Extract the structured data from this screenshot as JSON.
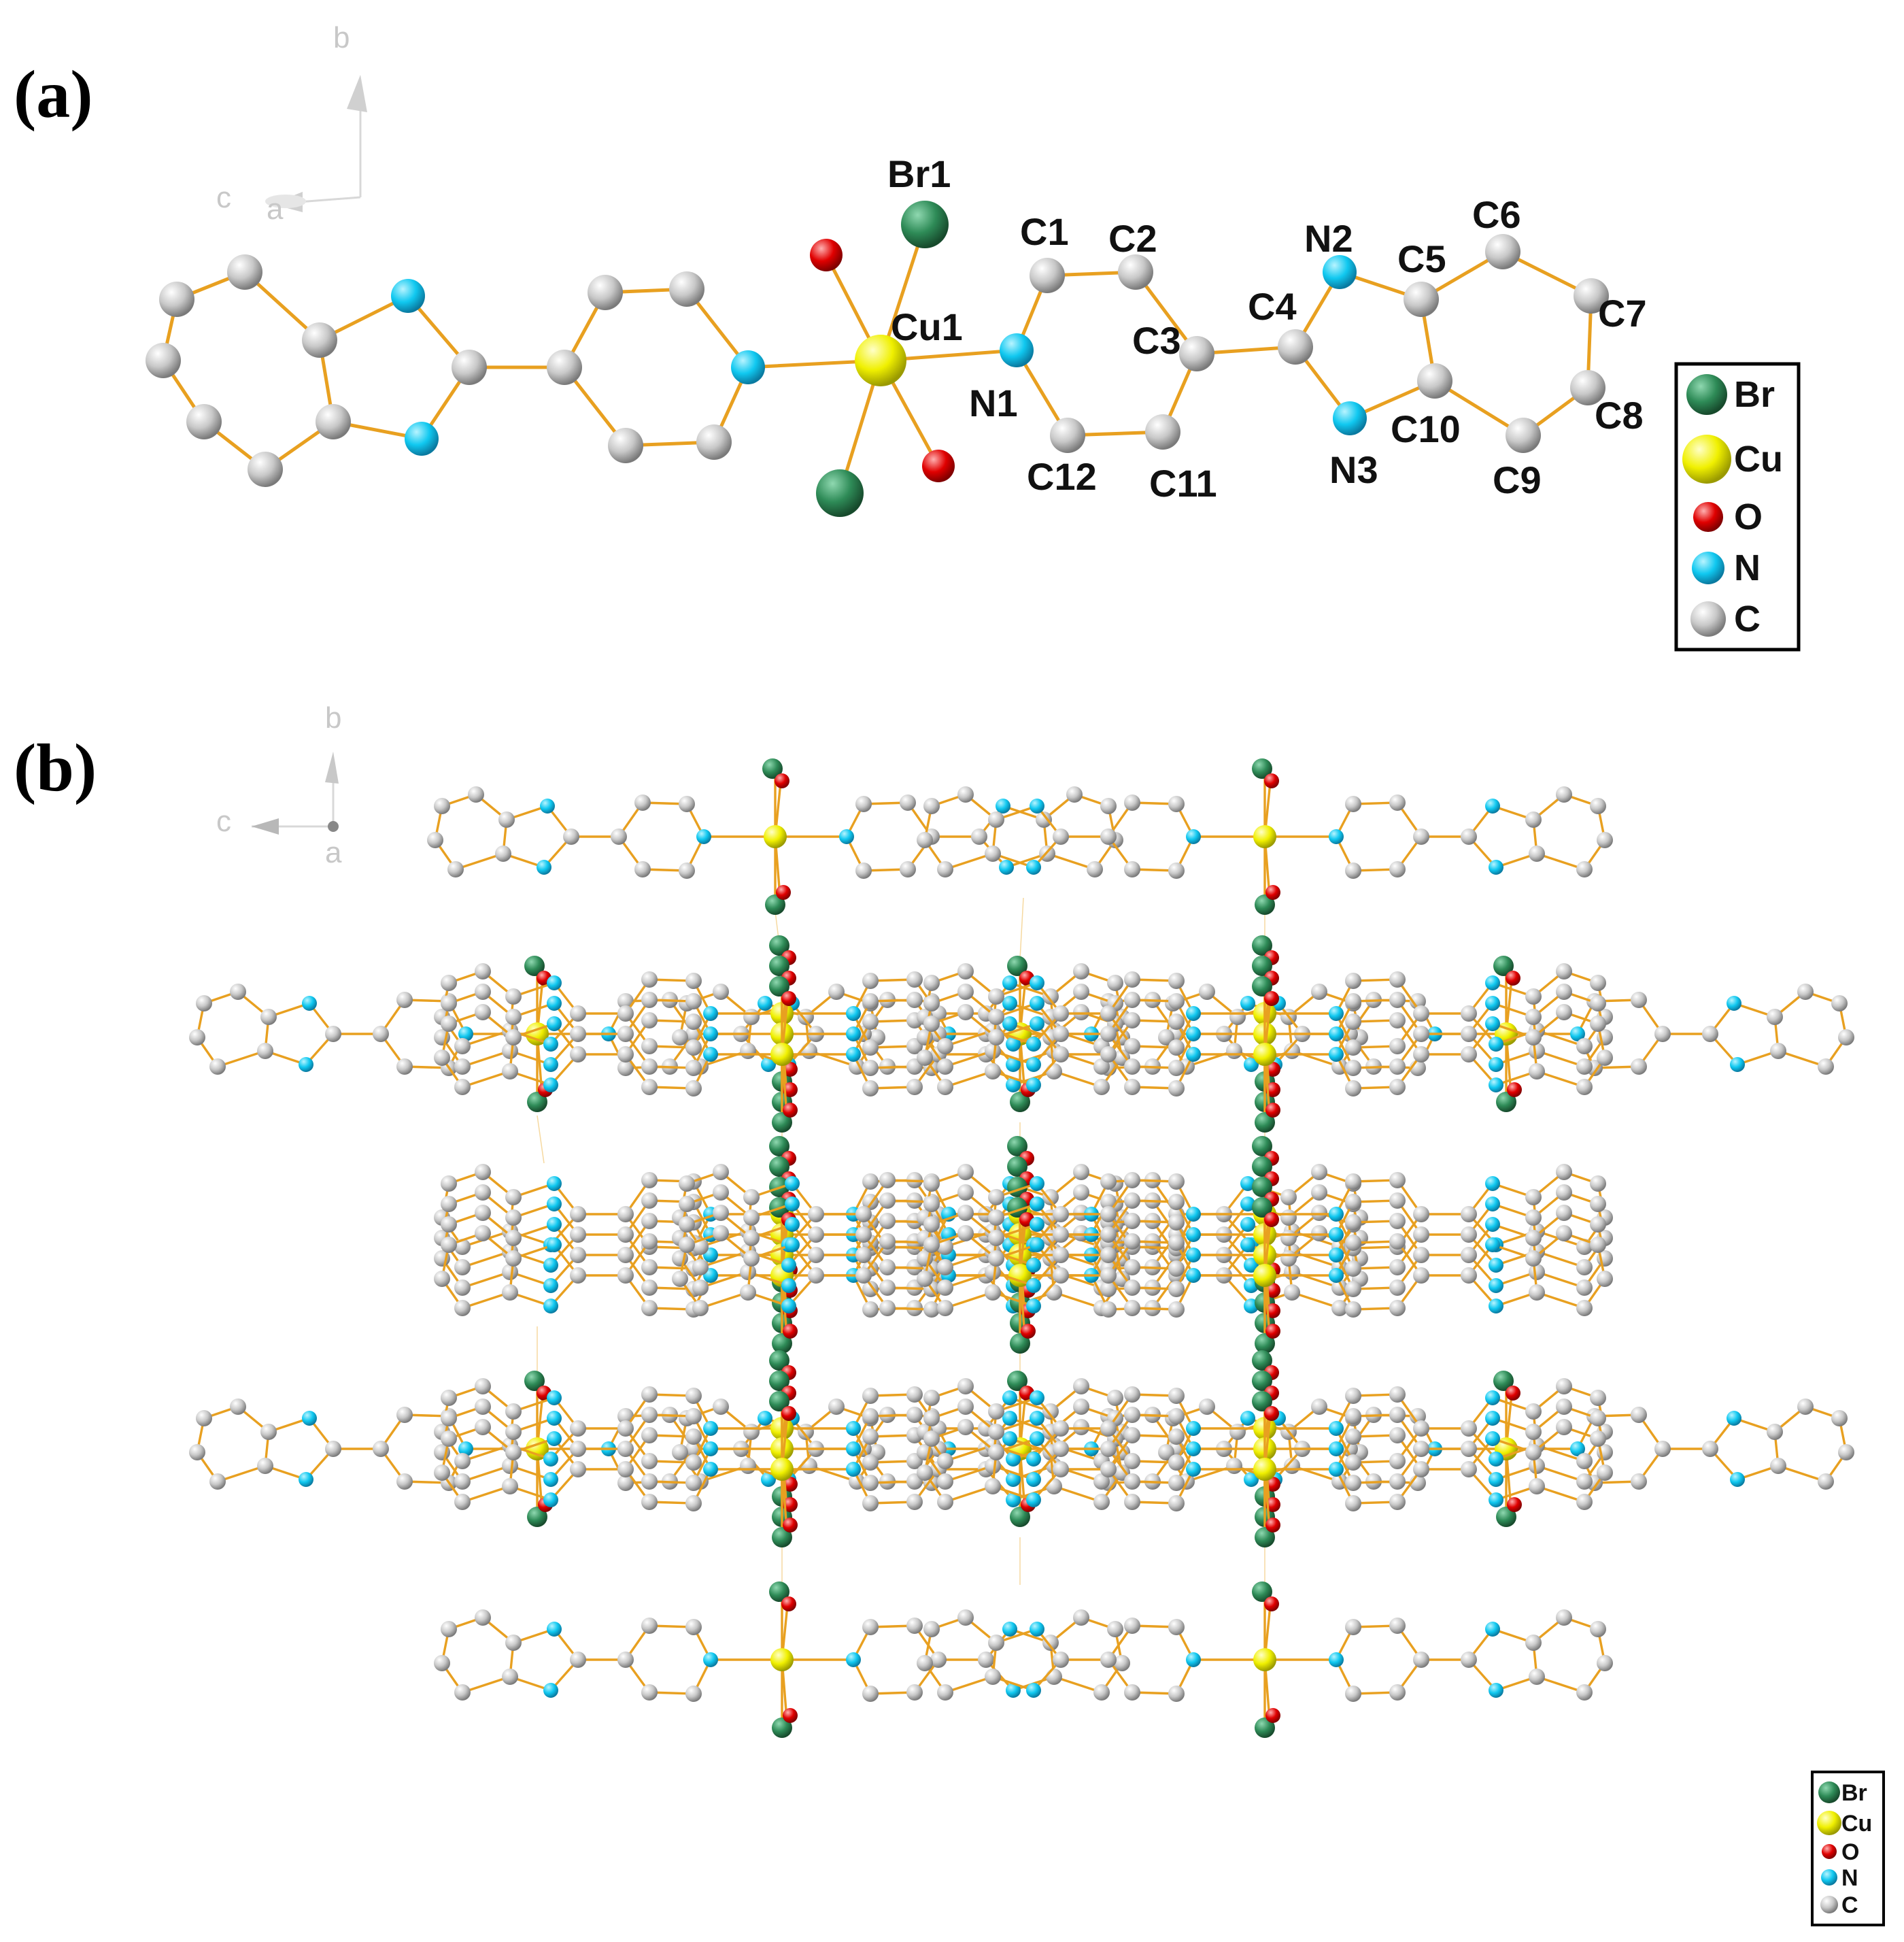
{
  "panels": {
    "a": {
      "label": "(a)",
      "axes": {
        "b": "b",
        "c": "c",
        "a": "a"
      },
      "atom_labels": [
        "Br1",
        "C1",
        "C2",
        "Cu1",
        "C3",
        "C4",
        "N2",
        "C5",
        "C6",
        "C7",
        "N1",
        "C8",
        "C10",
        "N3",
        "C12",
        "C11",
        "C9"
      ],
      "legend": [
        {
          "symbol": "Br",
          "color": "#2e8b57"
        },
        {
          "symbol": "Cu",
          "color": "#f0f000"
        },
        {
          "symbol": "O",
          "color": "#e00000"
        },
        {
          "symbol": "N",
          "color": "#10c8f0"
        },
        {
          "symbol": "C",
          "color": "#c8c8c8"
        }
      ]
    },
    "b": {
      "label": "(b)",
      "axes": {
        "b": "b",
        "c": "c",
        "a": "a"
      },
      "legend": [
        {
          "symbol": "Br",
          "color": "#2e8b57"
        },
        {
          "symbol": "Cu",
          "color": "#f0f000"
        },
        {
          "symbol": "O",
          "color": "#e00000"
        },
        {
          "symbol": "N",
          "color": "#10c8f0"
        },
        {
          "symbol": "C",
          "color": "#c8c8c8"
        }
      ]
    }
  },
  "colors": {
    "bond": "#e8a020",
    "legend_border": "#000000"
  }
}
